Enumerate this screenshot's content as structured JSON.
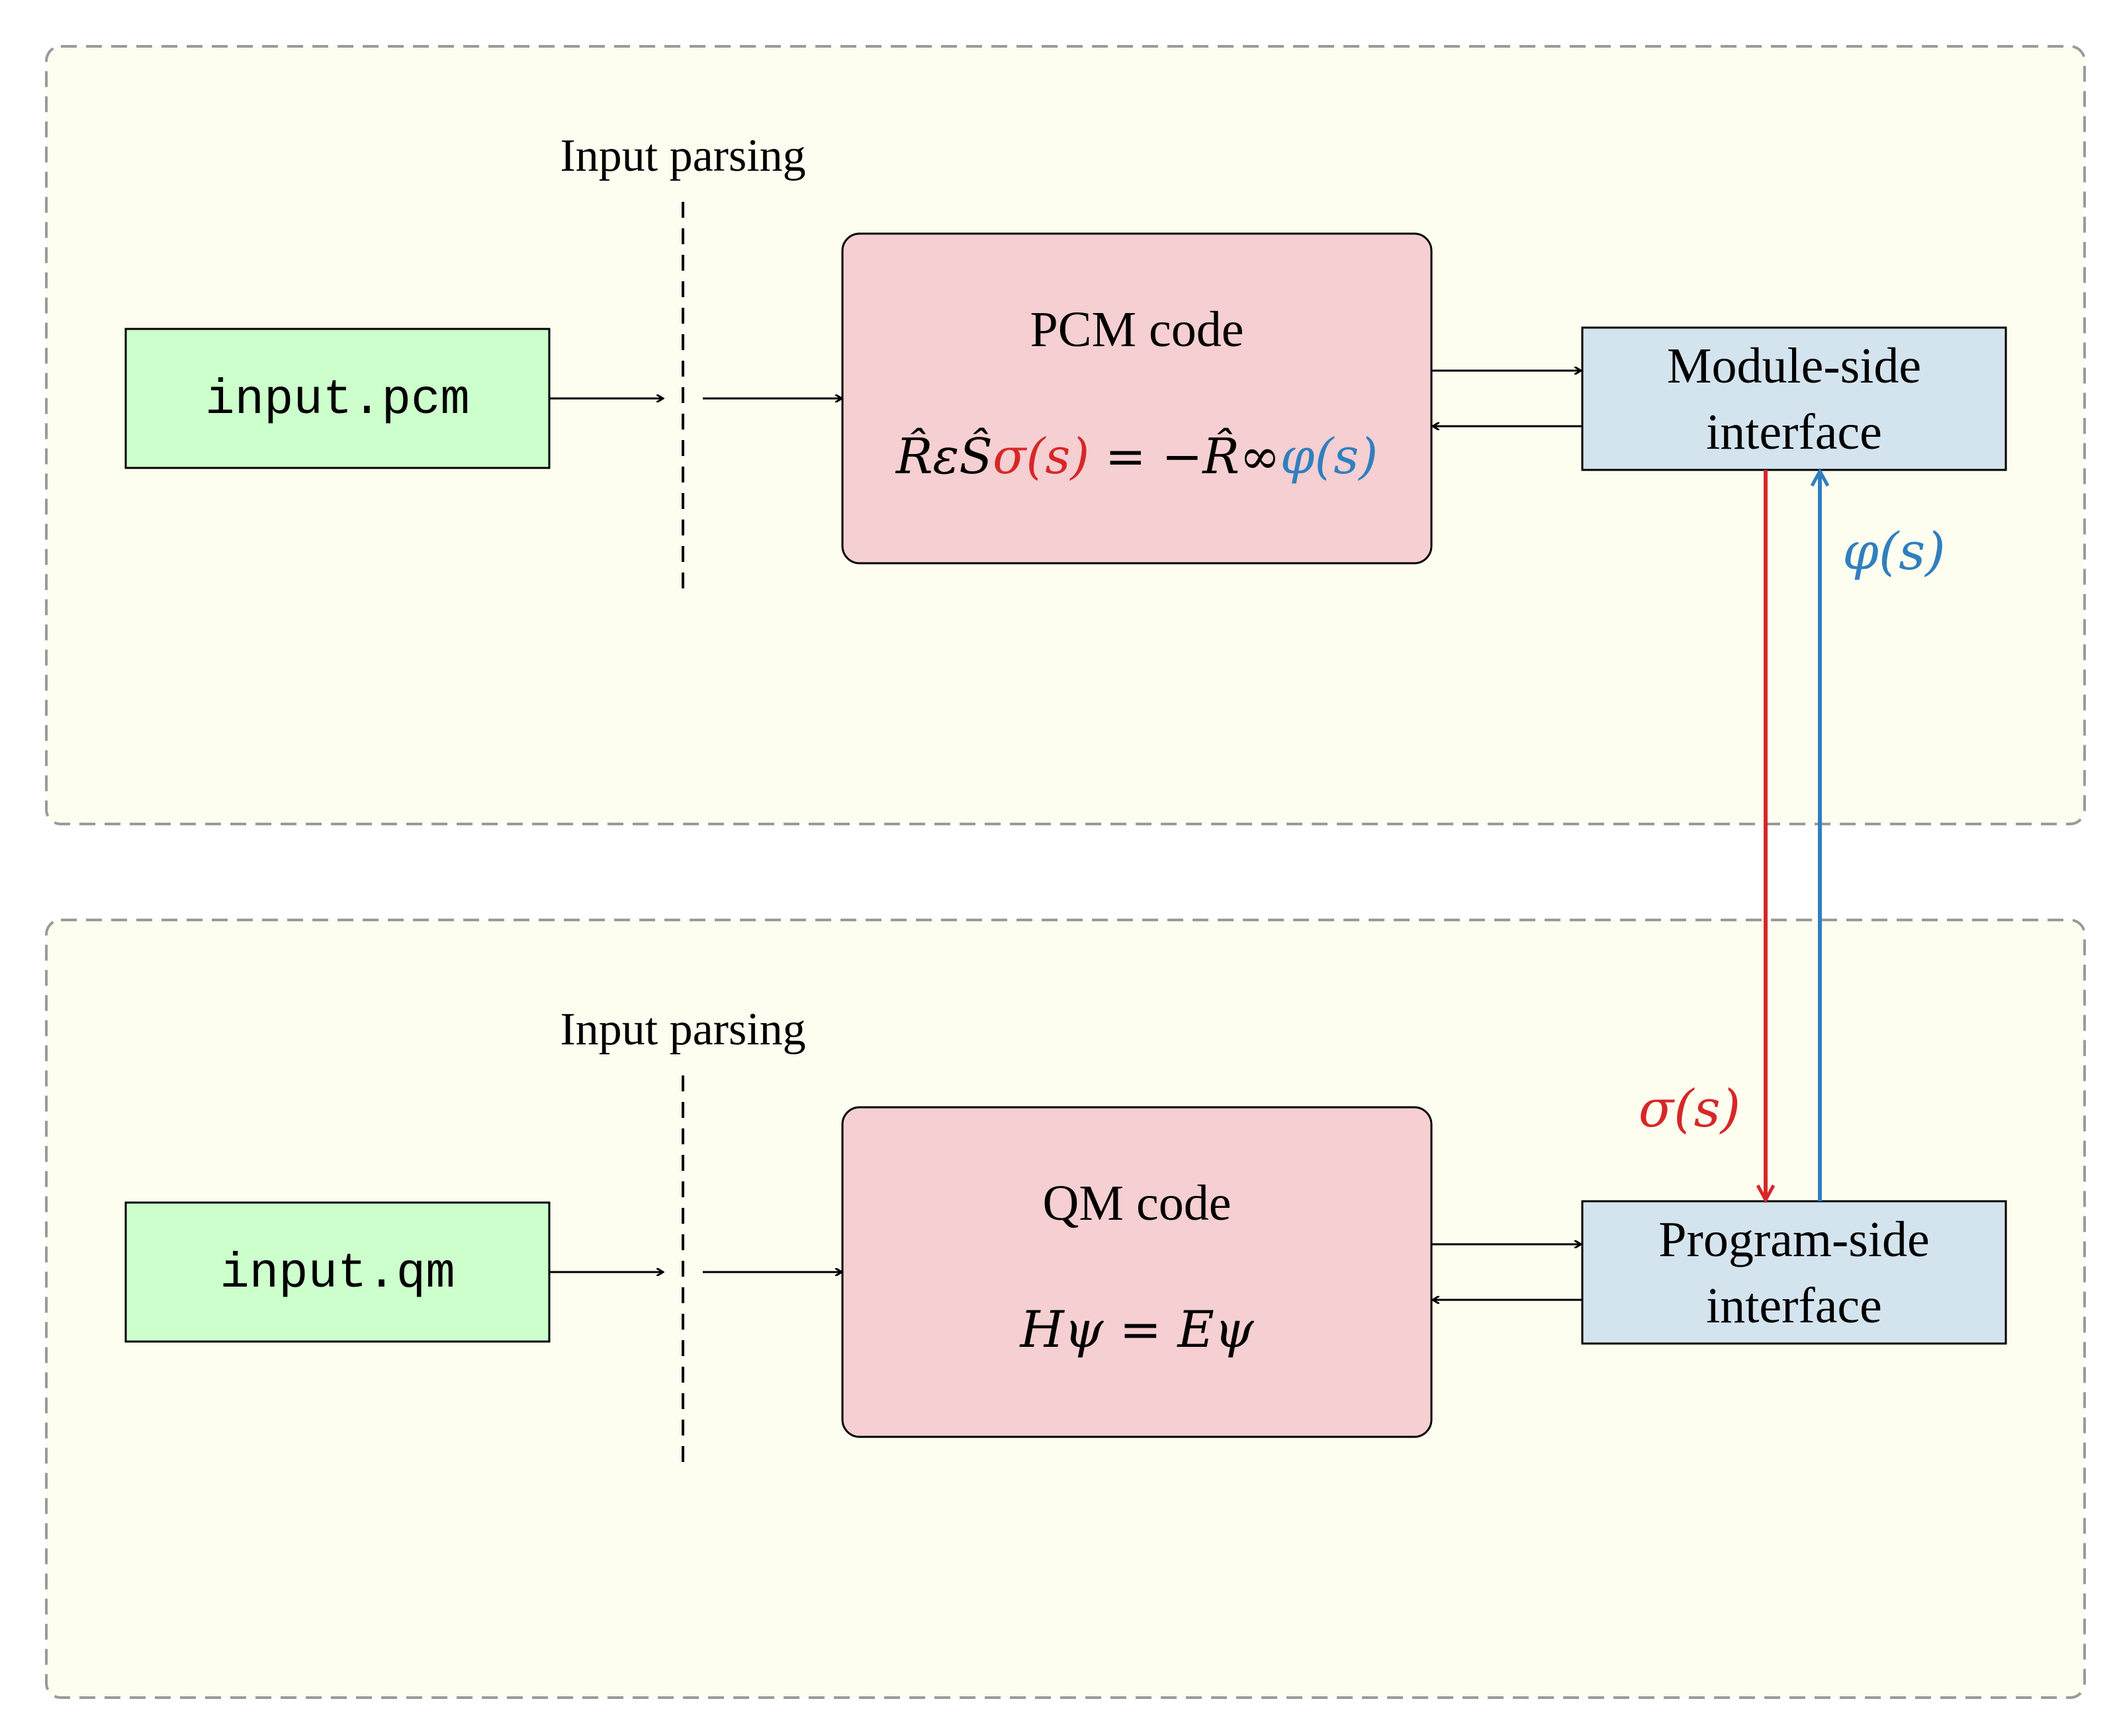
{
  "colors": {
    "panel_fill": "#fdfdf0",
    "panel_border": "#9a9a9a",
    "input_fill": "#ccffcc",
    "code_fill": "#f5cfd1",
    "interface_fill": "#d4e4ee",
    "sigma_red": "#d62728",
    "phi_blue": "#2f7fbf",
    "stroke": "#000000"
  },
  "top_panel": {
    "input_file": "input.pcm",
    "parsing_label": "Input parsing",
    "code_title": "PCM code",
    "equation": {
      "lhs": "R̂εŜ",
      "sigma_term": "σ(s)",
      "middle": " = −R̂∞",
      "phi_term": "φ(s)"
    },
    "interface_line1": "Module-side",
    "interface_line2": "interface"
  },
  "bottom_panel": {
    "input_file": "input.qm",
    "parsing_label": "Input parsing",
    "code_title": "QM code",
    "equation": "Hψ = Eψ",
    "interface_line1": "Program-side",
    "interface_line2": "interface"
  },
  "links": {
    "phi_label": "φ(s)",
    "sigma_label": "σ(s)"
  }
}
